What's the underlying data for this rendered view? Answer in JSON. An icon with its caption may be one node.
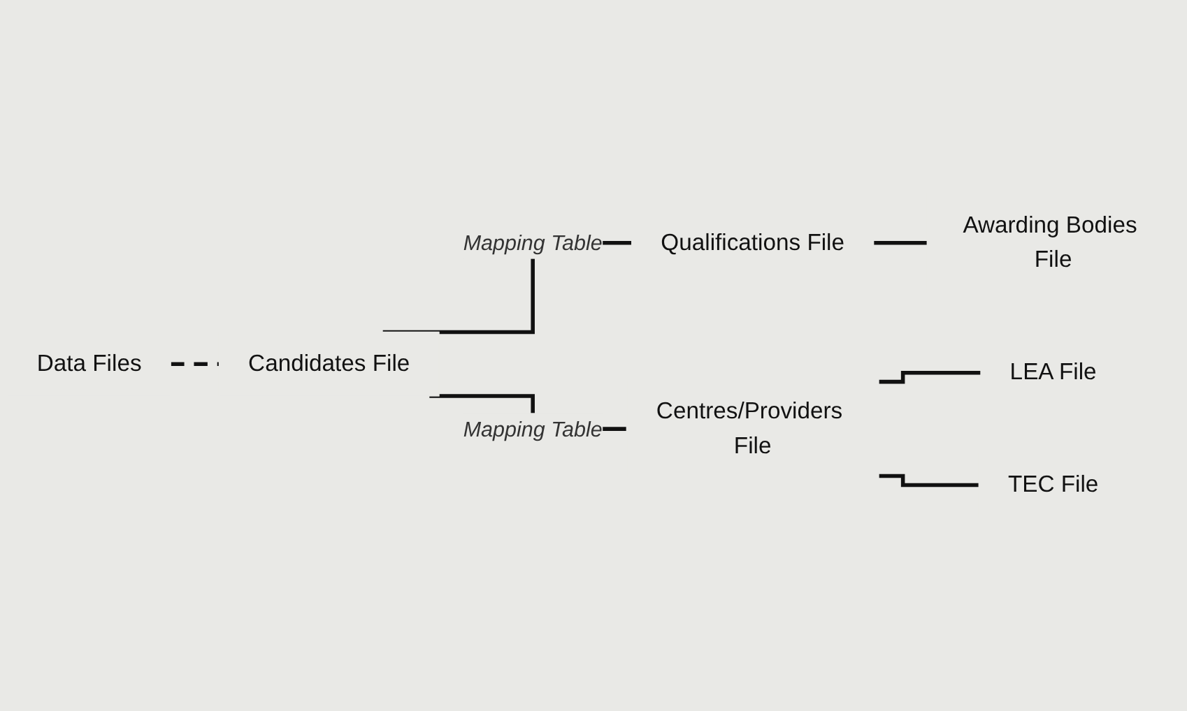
{
  "diagram": {
    "nodes": [
      {
        "text": [
          "Data Files"
        ]
      },
      {
        "text": [
          "Candidates File"
        ]
      },
      {
        "text": [
          "Qualifications File"
        ]
      },
      {
        "text": [
          "Centres/Providers File"
        ]
      },
      {
        "text": [
          "Awarding Bodies File"
        ]
      },
      {
        "text": [
          "LEA File"
        ]
      },
      {
        "text": [
          "TEC File"
        ]
      }
    ],
    "edges": [
      {
        "from": 0,
        "to": 1,
        "arrow": "none",
        "style": "dashed"
      },
      {
        "from": 1,
        "to": 2,
        "arrow": "none",
        "label": "Mapping Table"
      },
      {
        "from": 1,
        "to": 3,
        "arrow": "none",
        "label": "Mapping Table"
      },
      {
        "from": 2,
        "to": 4,
        "arrow": "none"
      },
      {
        "from": 3,
        "to": 5,
        "arrow": "none"
      },
      {
        "from": 3,
        "to": 6,
        "arrow": "none"
      }
    ]
  }
}
